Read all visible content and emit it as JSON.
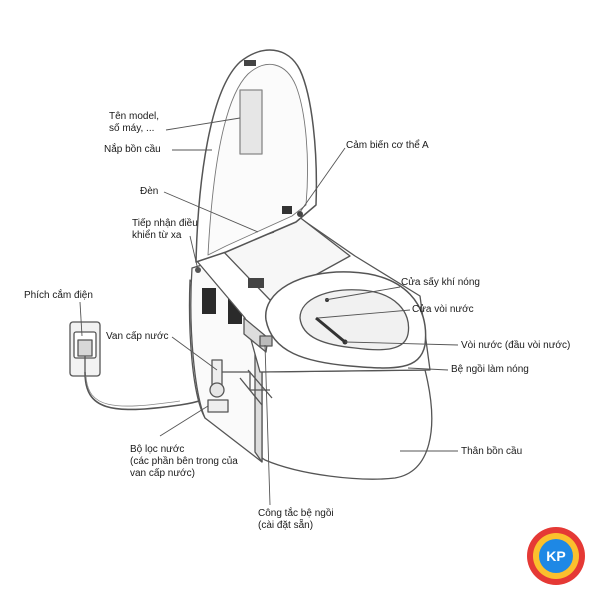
{
  "labels": {
    "model_name": [
      "Tên model,",
      "số máy, ..."
    ],
    "lid": "Nắp bồn cầu",
    "light": "Đèn",
    "remote_receiver": [
      "Tiếp nhận điều",
      "khiển từ xa"
    ],
    "plug": "Phích cắm điện",
    "water_valve": "Van cấp nước",
    "filter": [
      "Bộ lọc nước",
      "(các phần bên trong của",
      "van cấp nước)"
    ],
    "body_sensor": "Cảm biến cơ thể A",
    "dryer_outlet": "Cửa sấy khí nóng",
    "nozzle_door": "Cửa vòi nước",
    "nozzle": "Vòi nước (đầu vòi nước)",
    "heated_seat": "Bệ ngồi làm nóng",
    "bowl_body": "Thân bồn cầu",
    "seat_switch": [
      "Công tắc bệ ngồi",
      "(cài đặt sẵn)"
    ]
  },
  "logo": {
    "text": "KP",
    "colors": [
      "#e53935",
      "#fbc02d",
      "#1e88e5"
    ]
  }
}
